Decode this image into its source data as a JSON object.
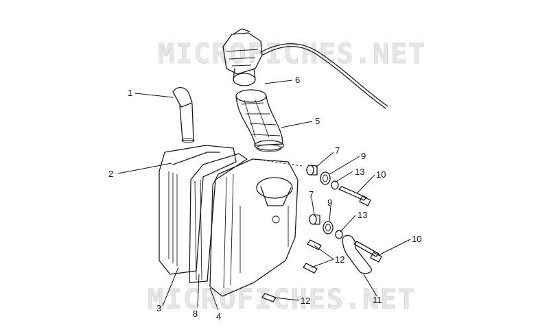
{
  "watermark": {
    "top_text": "MICROFICHES.NET",
    "bottom_text": "MICROFICHES.NET"
  },
  "callouts": [
    {
      "id": "c1",
      "label": "1"
    },
    {
      "id": "c2",
      "label": "2"
    },
    {
      "id": "c3",
      "label": "3"
    },
    {
      "id": "c4",
      "label": "4"
    },
    {
      "id": "c5",
      "label": "5"
    },
    {
      "id": "c6",
      "label": "6"
    },
    {
      "id": "c7a",
      "label": "7"
    },
    {
      "id": "c7b",
      "label": "7"
    },
    {
      "id": "c8",
      "label": "8"
    },
    {
      "id": "c9a",
      "label": "9"
    },
    {
      "id": "c9b",
      "label": "9"
    },
    {
      "id": "c10a",
      "label": "10"
    },
    {
      "id": "c10b",
      "label": "10"
    },
    {
      "id": "c11",
      "label": "11"
    },
    {
      "id": "c12a",
      "label": "12"
    },
    {
      "id": "c12b",
      "label": "12"
    },
    {
      "id": "c13a",
      "label": "13"
    },
    {
      "id": "c13b",
      "label": "13"
    }
  ]
}
